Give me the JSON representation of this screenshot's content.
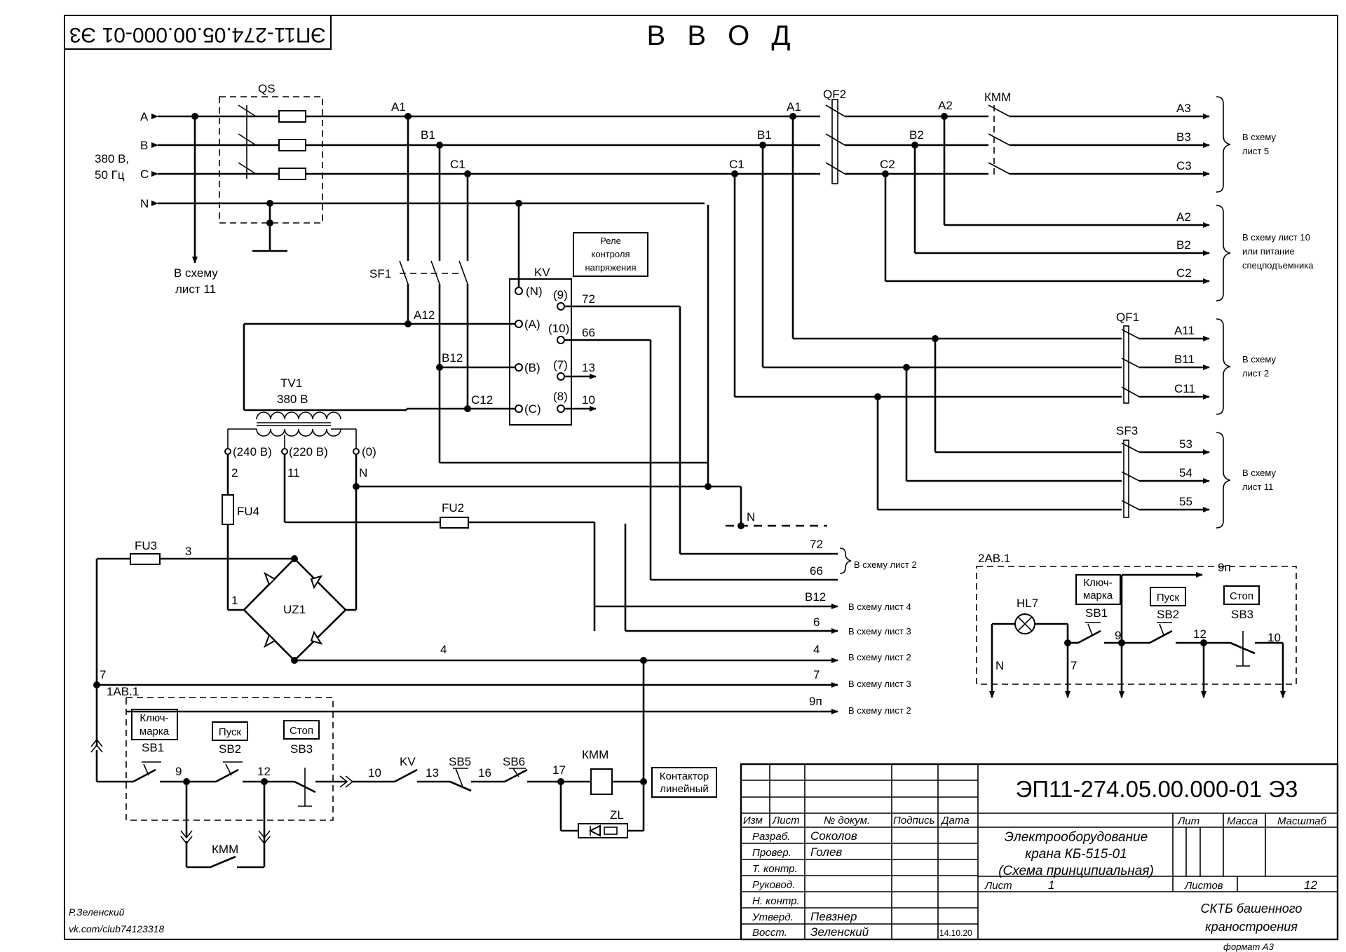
{
  "sheet": {
    "title": "В В О Д",
    "code_mirrored": "ЭП11-274.05.00.000-01 Э3",
    "author_line1": "Р.Зеленский",
    "author_line2": "vk.com/club74123318"
  },
  "inputs": {
    "A": "A",
    "B": "B",
    "C": "C",
    "N": "N",
    "supply_line1": "380 В,",
    "supply_line2": "50 Гц",
    "to_sheet11_line1": "В схему",
    "to_sheet11_line2": "лист 11"
  },
  "components": {
    "QS": "QS",
    "QF2": "QF2",
    "KMM": "КММ",
    "SF1": "SF1",
    "KV": "KV",
    "QF1": "QF1",
    "SF3": "SF3",
    "TV1": "TV1",
    "TV1_volt": "380 В",
    "FU4": "FU4",
    "FU2": "FU2",
    "FU3": "FU3",
    "UZ1": "UZ1",
    "relay_box_line1": "Реле",
    "relay_box_line2": "контроля",
    "relay_box_line3": "напряжения",
    "contactor_line1": "Контактор",
    "contactor_line2": "линейный",
    "ZL": "ZL",
    "KMM_coil": "КММ",
    "KMM_contact": "КММ",
    "AB1": "1АВ.1",
    "AB2": "2АВ.1",
    "HL7": "HL7"
  },
  "node_labels": {
    "A1": "A1",
    "B1": "B1",
    "C1": "C1",
    "A1r": "A1",
    "B1r": "B1",
    "C1r": "C1",
    "A2": "A2",
    "B2": "B2",
    "C2": "C2",
    "A12": "A12",
    "B12": "B12",
    "C12": "C12",
    "N": "N",
    "t240": "(240 В)",
    "t220": "(220 В)",
    "t0": "(0)",
    "w2": "2",
    "w11": "11",
    "wN": "N",
    "w3": "3",
    "w1": "1",
    "w4": "4",
    "w7": "7",
    "w9": "9",
    "w12": "12",
    "w10": "10",
    "w13": "13",
    "w16": "16",
    "w17": "17",
    "KVc": "KV",
    "SB5": "SB5",
    "SB6": "SB6"
  },
  "kv_terminals": {
    "N": "(N)",
    "A": "(A)",
    "B": "(B)",
    "C": "(C)",
    "p9": "(9)",
    "p10": "(10)",
    "p7": "(7)",
    "p8": "(8)",
    "w72": "72",
    "w66": "66",
    "w13": "13",
    "w10": "10"
  },
  "outputs": {
    "A3": "A3",
    "B3": "B3",
    "C3": "C3",
    "to5_line1": "В схему",
    "to5_line2": "лист 5",
    "A2": "A2",
    "B2": "B2",
    "C2": "C2",
    "to10_line1": "В схему лист 10",
    "to10_line2": "или питание",
    "to10_line3": "спецподъемника",
    "A11": "A11",
    "B11": "B11",
    "C11": "C11",
    "to2_line1": "В схему",
    "to2_line2": "лист 2",
    "w53": "53",
    "w54": "54",
    "w55": "55",
    "to11_line1": "В схему",
    "to11_line2": "лист 11"
  },
  "signal_outputs": [
    {
      "wire": "72",
      "dest": ""
    },
    {
      "wire": "66",
      "dest": "В схему лист 2"
    },
    {
      "wire": "B12",
      "dest": "В схему лист 4"
    },
    {
      "wire": "6",
      "dest": "В схему лист 3"
    },
    {
      "wire": "4",
      "dest": "В схему лист 2"
    },
    {
      "wire": "7",
      "dest": "В схему лист 3"
    },
    {
      "wire": "9п",
      "dest": "В схему лист 2"
    }
  ],
  "controls": {
    "key": "Ключ-\nмарка",
    "key_line1": "Ключ-",
    "key_line2": "марка",
    "start": "Пуск",
    "stop": "Стоп",
    "SB1": "SB1",
    "SB2": "SB2",
    "SB3": "SB3",
    "n9": "9",
    "n12": "12",
    "n10": "10",
    "n7": "7",
    "nN": "N",
    "n9p": "9п"
  },
  "title_block": {
    "code": "ЭП11-274.05.00.000-01 Э3",
    "hdr_izm": "Изм",
    "hdr_list": "Лист",
    "hdr_doc": "№ докум.",
    "hdr_sign": "Подпись",
    "hdr_date": "Дата",
    "rows": [
      {
        "role": "Разраб.",
        "name": "Соколов"
      },
      {
        "role": "Провер.",
        "name": "Голев"
      },
      {
        "role": "Т. контр.",
        "name": ""
      },
      {
        "role": "Руковод.",
        "name": ""
      },
      {
        "role": "Н. контр.",
        "name": ""
      },
      {
        "role": "Утверд.",
        "name": "Певзнер"
      },
      {
        "role": "Восст.",
        "name": "Зеленский"
      }
    ],
    "date": "14.10.20",
    "desc_line1": "Электрооборудование",
    "desc_line2": "крана КБ-515-01",
    "desc_line3": "(Схема принципиальная)",
    "lit": "Лит",
    "mass": "Масса",
    "scale": "Масштаб",
    "sheet_label": "Лист",
    "sheet_value": "1",
    "sheets_label": "Листов",
    "sheets_value": "12",
    "org_line1": "СКТБ башенного",
    "org_line2": "краностроения",
    "format": "формат А3"
  }
}
